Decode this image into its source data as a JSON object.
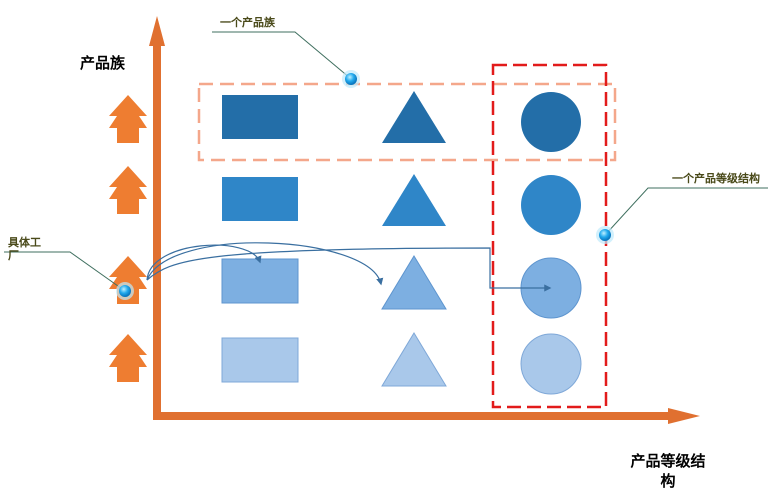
{
  "labels": {
    "y_axis": "产品族",
    "x_axis": "产品等级结构",
    "callout_family": "一个产品族",
    "callout_grade": "一个产品等级结构",
    "callout_factory": "具体工厂"
  },
  "colors": {
    "axis": "#e07030",
    "arrow_shape": "#ee7d31",
    "row_shades": [
      "#236ea8",
      "#2f86c8",
      "#7dafe1",
      "#a9c8ea"
    ],
    "family_dash": "#f4a78b",
    "grade_dash": "#e21b1b",
    "callout_line": "#3f6f5f",
    "connector": "#3a6fa0",
    "dot": "#22aaee"
  },
  "shapes": {
    "columns": [
      "rectangle",
      "triangle",
      "circle"
    ],
    "rows": 4
  },
  "icons": [
    "up-arrow-icon",
    "rectangle-icon",
    "triangle-icon",
    "circle-icon",
    "callout-dot-icon"
  ]
}
